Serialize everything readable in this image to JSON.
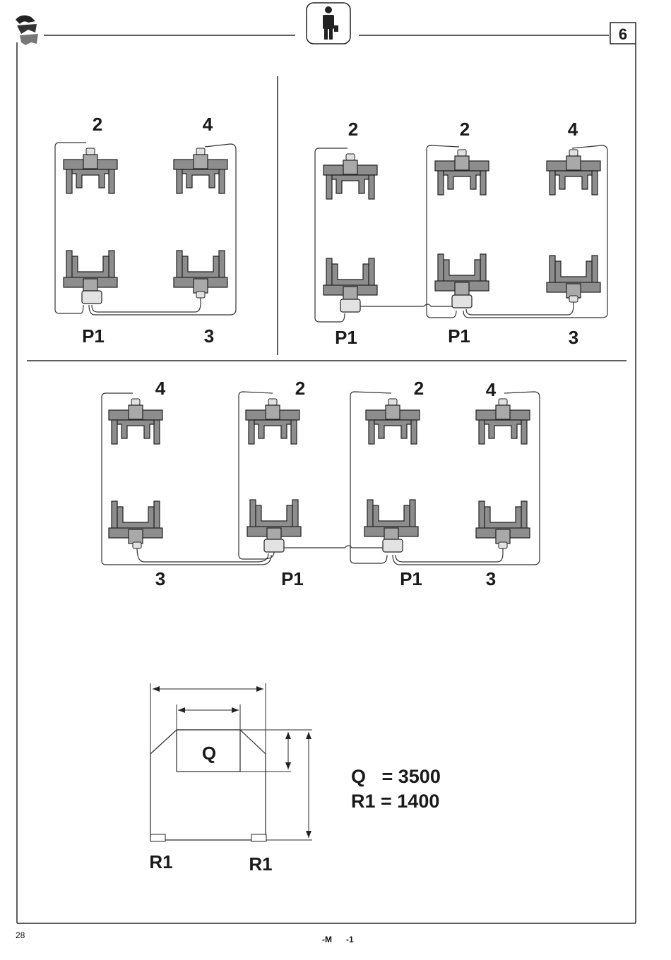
{
  "header": {
    "page_number": "6",
    "logo_icon": "brand-logo-icon",
    "operator_icon": "operator-person-icon"
  },
  "diagram1": {
    "labels": [
      "2",
      "4",
      "P1",
      "3"
    ]
  },
  "diagram2": {
    "labels": [
      "2",
      "2",
      "4",
      "P1",
      "P1",
      "3"
    ]
  },
  "diagram3": {
    "labels": [
      "4",
      "2",
      "2",
      "4",
      "3",
      "P1",
      "P1",
      "3"
    ]
  },
  "load_diagram": {
    "q_label": "Q",
    "r1_left": "R1",
    "r1_right": "R1",
    "spec_q": "Q   = 3500",
    "spec_r1": "R1 = 1400"
  },
  "footer": {
    "page": "28",
    "center": "-M      -1"
  }
}
